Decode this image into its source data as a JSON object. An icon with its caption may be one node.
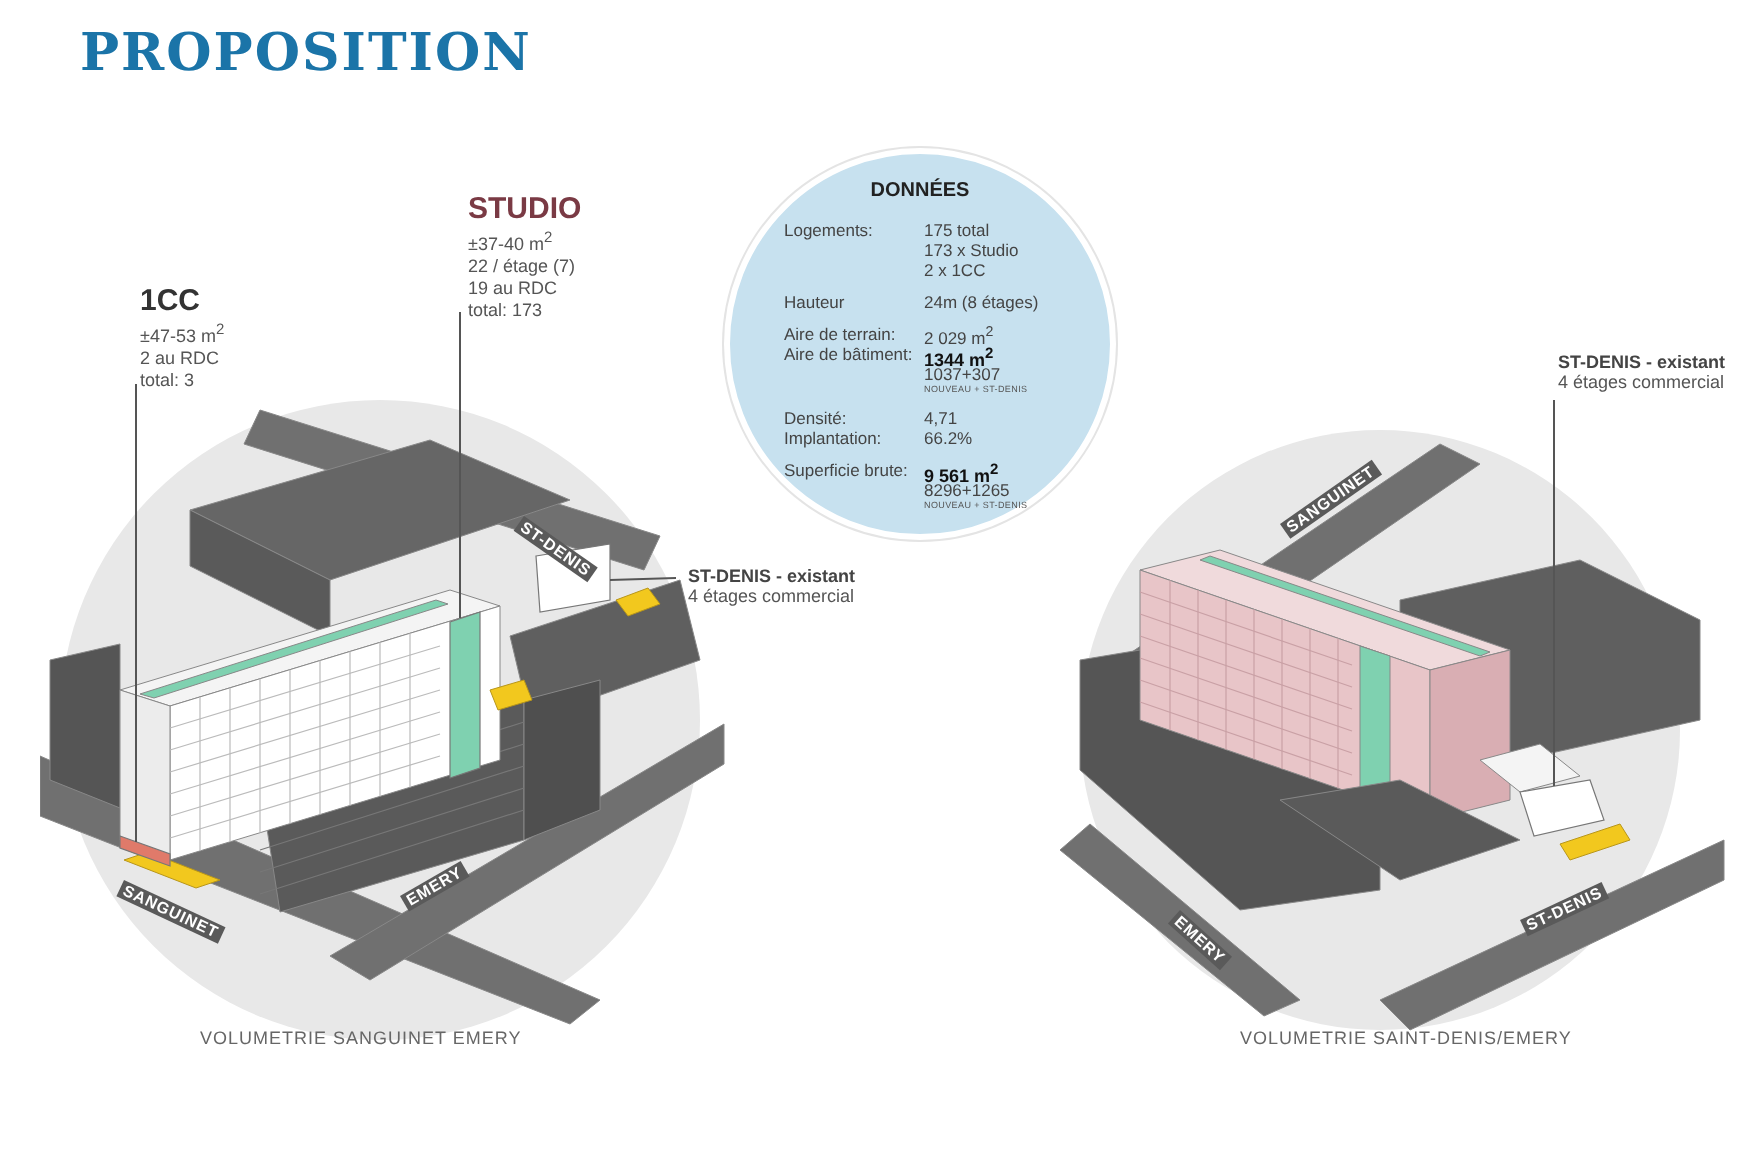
{
  "diagram": {
    "title": "PROPOSITION",
    "nodes": [
      {
        "text": [
          "1CC",
          "±47-53 m$^{2}$",
          "2 au RDC",
          "total: 3"
        ]
      },
      {
        "text": [
          "STUDIO",
          "±37-40 m$^{2}$",
          "22 / étage (7)",
          "19 au RDC",
          "total: 173"
        ]
      },
      {
        "text": [
          "DONNÉES",
          "Logements:",
          "175 total",
          "173 x Studio",
          "2 x 1CC",
          "Hauteur",
          "24m (8 étages)",
          "Aire de terrain:",
          "2 029 m$^{2}$",
          "Aire de bâtiment:",
          "1344 m$^{2}$",
          "1037+307",
          "NOUVEAU + ST-DENIS",
          "Densité:",
          "4,71",
          "Implantation:",
          "66.2%",
          "Superficie brute:",
          "9 561 m$^{2}$",
          "8296+1265",
          "NOUVEAU + ST-DENIS"
        ]
      },
      {
        "text": [
          "ST-DENIS - existant",
          "4 étages commercial"
        ]
      },
      {
        "text": [
          "ST-DENIS - existant",
          "4 étages commercial"
        ]
      },
      {
        "text": [],
        "shape": "picture"
      },
      {
        "text": [],
        "shape": "box",
        "in": 5
      },
      {
        "text": [],
        "shape": "box",
        "in": 5
      },
      {
        "text": [],
        "shape": "box",
        "in": 5
      },
      {
        "text": [],
        "shape": "picture"
      },
      {
        "text": [],
        "shape": "box",
        "in": 9
      }
    ],
    "edges": [
      {
        "from": 0,
        "to": 6,
        "arrow": "none"
      },
      {
        "from": 1,
        "to": 7,
        "arrow": "none"
      },
      {
        "from": 4,
        "to": 8,
        "arrow": "none"
      },
      {
        "from": 3,
        "to": 10,
        "arrow": "none"
      }
    ],
    "labels": [
      "ST-DENIS",
      "SANGUINET",
      "EMERY",
      "SANGUINET",
      "EMERY",
      "ST-DENIS",
      "VOLUMETRIE SANGUINET EMERY",
      "VOLUMETRIE SAINT-DENIS/EMERY"
    ]
  }
}
